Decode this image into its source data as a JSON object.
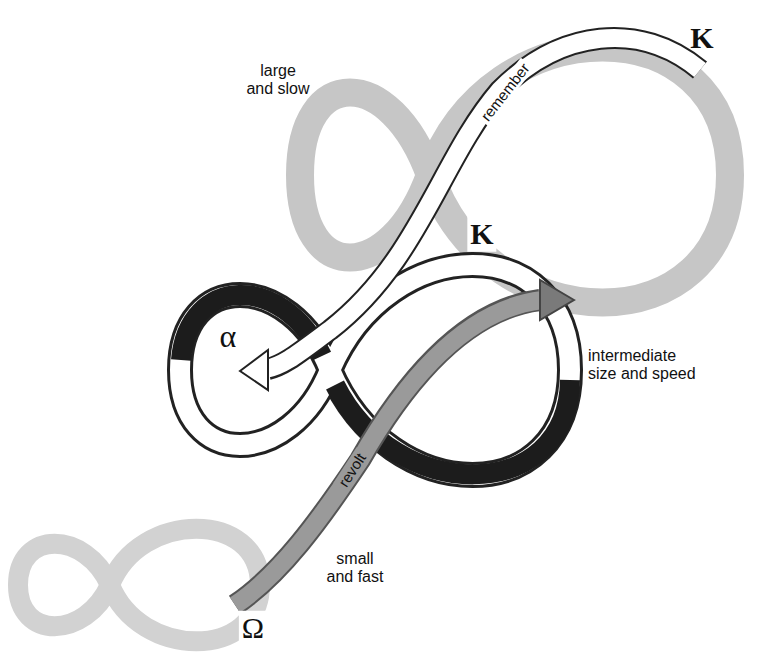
{
  "diagram": {
    "labels": [
      "K",
      "remember",
      "large and slow",
      "α",
      "K",
      "intermediate size and speed",
      "revolt",
      "small and fast",
      "Ω"
    ]
  }
}
